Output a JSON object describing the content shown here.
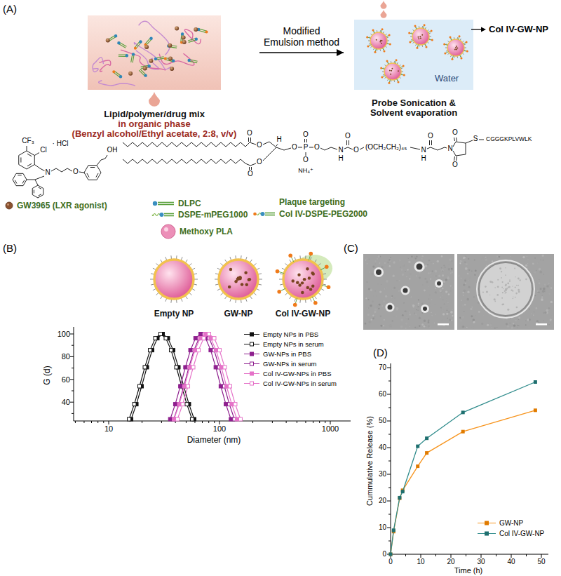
{
  "diagram": {
    "nodes": [
      {
        "text": [
          "Lipid/polymer/drug mix",
          "in organic phase",
          "(Benzyl alcohol/Ethyl acetate, 2:8, v/v)"
        ]
      },
      {
        "text": [
          "Water",
          "Probe Sonication & Solvent evaporation"
        ]
      },
      {
        "text": [
          "Empty NP"
        ]
      },
      {
        "text": [
          "GW-NP"
        ]
      },
      {
        "text": [
          "Col IV-GW-NP"
        ]
      }
    ],
    "edges": [
      {
        "from": 0,
        "to": 1,
        "arrow": "to",
        "label": "Modified Emulsion method"
      }
    ],
    "labels": [
      "(A)",
      "(B)",
      "(C)",
      "(D)",
      "Col IV-GW-NP",
      "Plaque targeting",
      "CF₃",
      "Cl",
      "· HCl",
      "N",
      "O",
      "OH",
      "O",
      "O",
      "O",
      "O",
      "H",
      "O",
      "P",
      "O",
      "O",
      "NH₄⁺",
      "O",
      "N",
      "H",
      "O",
      "O",
      "(OCH₂CH₂)₄₅",
      "N",
      "H",
      "O",
      "N",
      "O",
      "O",
      "S",
      "CGGGKPLVWLK",
      "G (d)",
      "40",
      "60",
      "80",
      "100",
      "10",
      "100",
      "1000",
      "Diameter (nm)",
      "Cummulative Release (%)",
      "0",
      "10",
      "20",
      "30",
      "40",
      "50",
      "60",
      "70",
      "0",
      "10",
      "20",
      "30",
      "40",
      "50",
      "Time (h)"
    ],
    "legend": [
      {
        "text": "GW3965 (LXR agonist)"
      },
      {
        "text": "DLPC"
      },
      {
        "text": "DSPE-mPEG1000"
      },
      {
        "text": "Col IV-DSPE-PEG2000"
      },
      {
        "text": "Methoxy PLA"
      },
      {
        "text": "Empty NPs in PBS"
      },
      {
        "text": "Empty NPs in serum"
      },
      {
        "text": "GW-NPs in PBS"
      },
      {
        "text": "GW-NPs in serum"
      },
      {
        "text": "Col IV-GW-NPs in PBS"
      },
      {
        "text": "Col IV-GW-NPs in serum"
      },
      {
        "text": "GW-NP"
      },
      {
        "text": "Col IV-GW-NP"
      }
    ]
  }
}
